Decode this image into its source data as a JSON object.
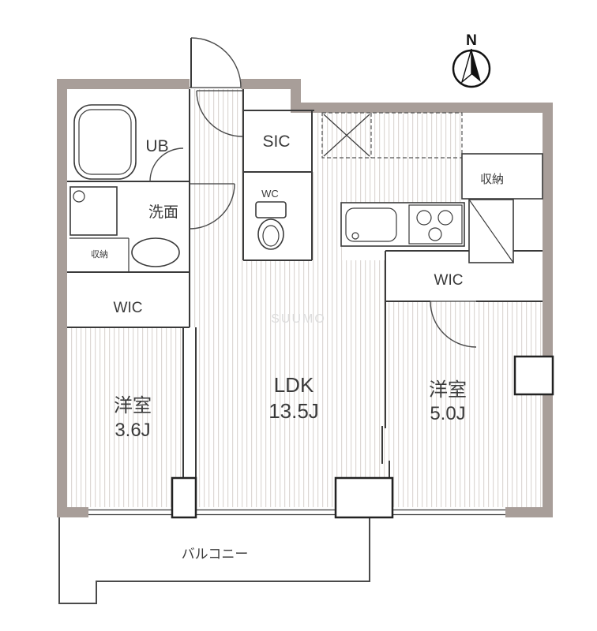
{
  "colors": {
    "wall": "#a89e99",
    "line": "#3a3a3a",
    "hatch_stripe": "#ddd8d5",
    "text": "#3a3a3a",
    "watermark": "#dcdcdc",
    "background": "#ffffff"
  },
  "compass": {
    "label": "N"
  },
  "rooms": {
    "unit_bath": {
      "label": "UB"
    },
    "washroom": {
      "label": "洗面"
    },
    "washroom_storage": {
      "label": "収納"
    },
    "wic_west": {
      "label": "WIC"
    },
    "bedroom_west": {
      "label": "洋室",
      "size": "3.6J"
    },
    "shoes_closet": {
      "label": "SIC"
    },
    "toilet": {
      "label": "WC"
    },
    "ldk": {
      "label": "LDK",
      "size": "13.5J"
    },
    "storage_east": {
      "label": "収納"
    },
    "wic_east": {
      "label": "WIC"
    },
    "bedroom_east": {
      "label": "洋室",
      "size": "5.0J"
    },
    "balcony": {
      "label": "バルコニー"
    }
  },
  "watermark": {
    "label": "SUUMO"
  }
}
